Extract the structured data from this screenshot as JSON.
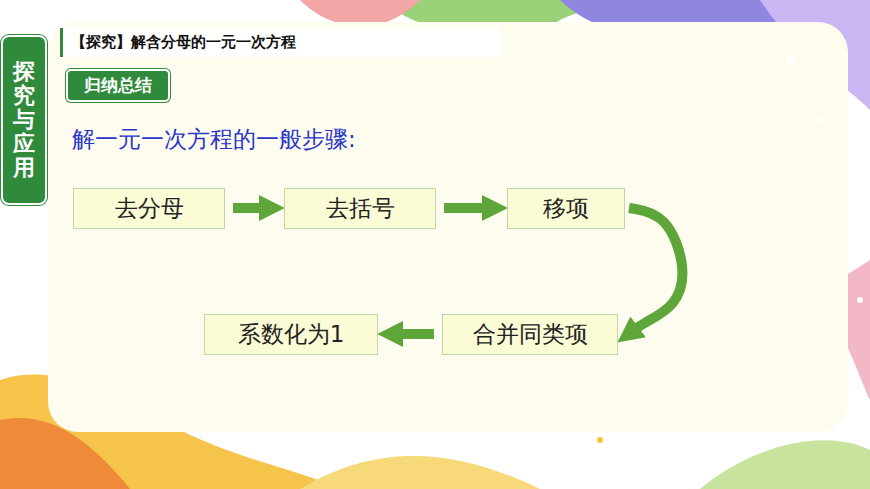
{
  "diagram": {
    "title": "解一元一次方程的一般步骤:",
    "nodes": [
      {
        "text": [
          "探究与应用"
        ]
      },
      {
        "text": [
          "【探究】解含分母的一元一次方程"
        ]
      },
      {
        "text": [
          "归纳总结"
        ]
      },
      {
        "text": [
          "去分母"
        ]
      },
      {
        "text": [
          "去括号"
        ]
      },
      {
        "text": [
          "移项"
        ]
      },
      {
        "text": [
          "合并同类项"
        ]
      },
      {
        "text": [
          "系数化为1"
        ]
      }
    ],
    "edges": [
      {
        "from": 3,
        "to": 4,
        "arrow": "to"
      },
      {
        "from": 4,
        "to": 5,
        "arrow": "to"
      },
      {
        "from": 5,
        "to": 6,
        "arrow": "to"
      },
      {
        "from": 6,
        "to": 7,
        "arrow": "to"
      }
    ]
  }
}
